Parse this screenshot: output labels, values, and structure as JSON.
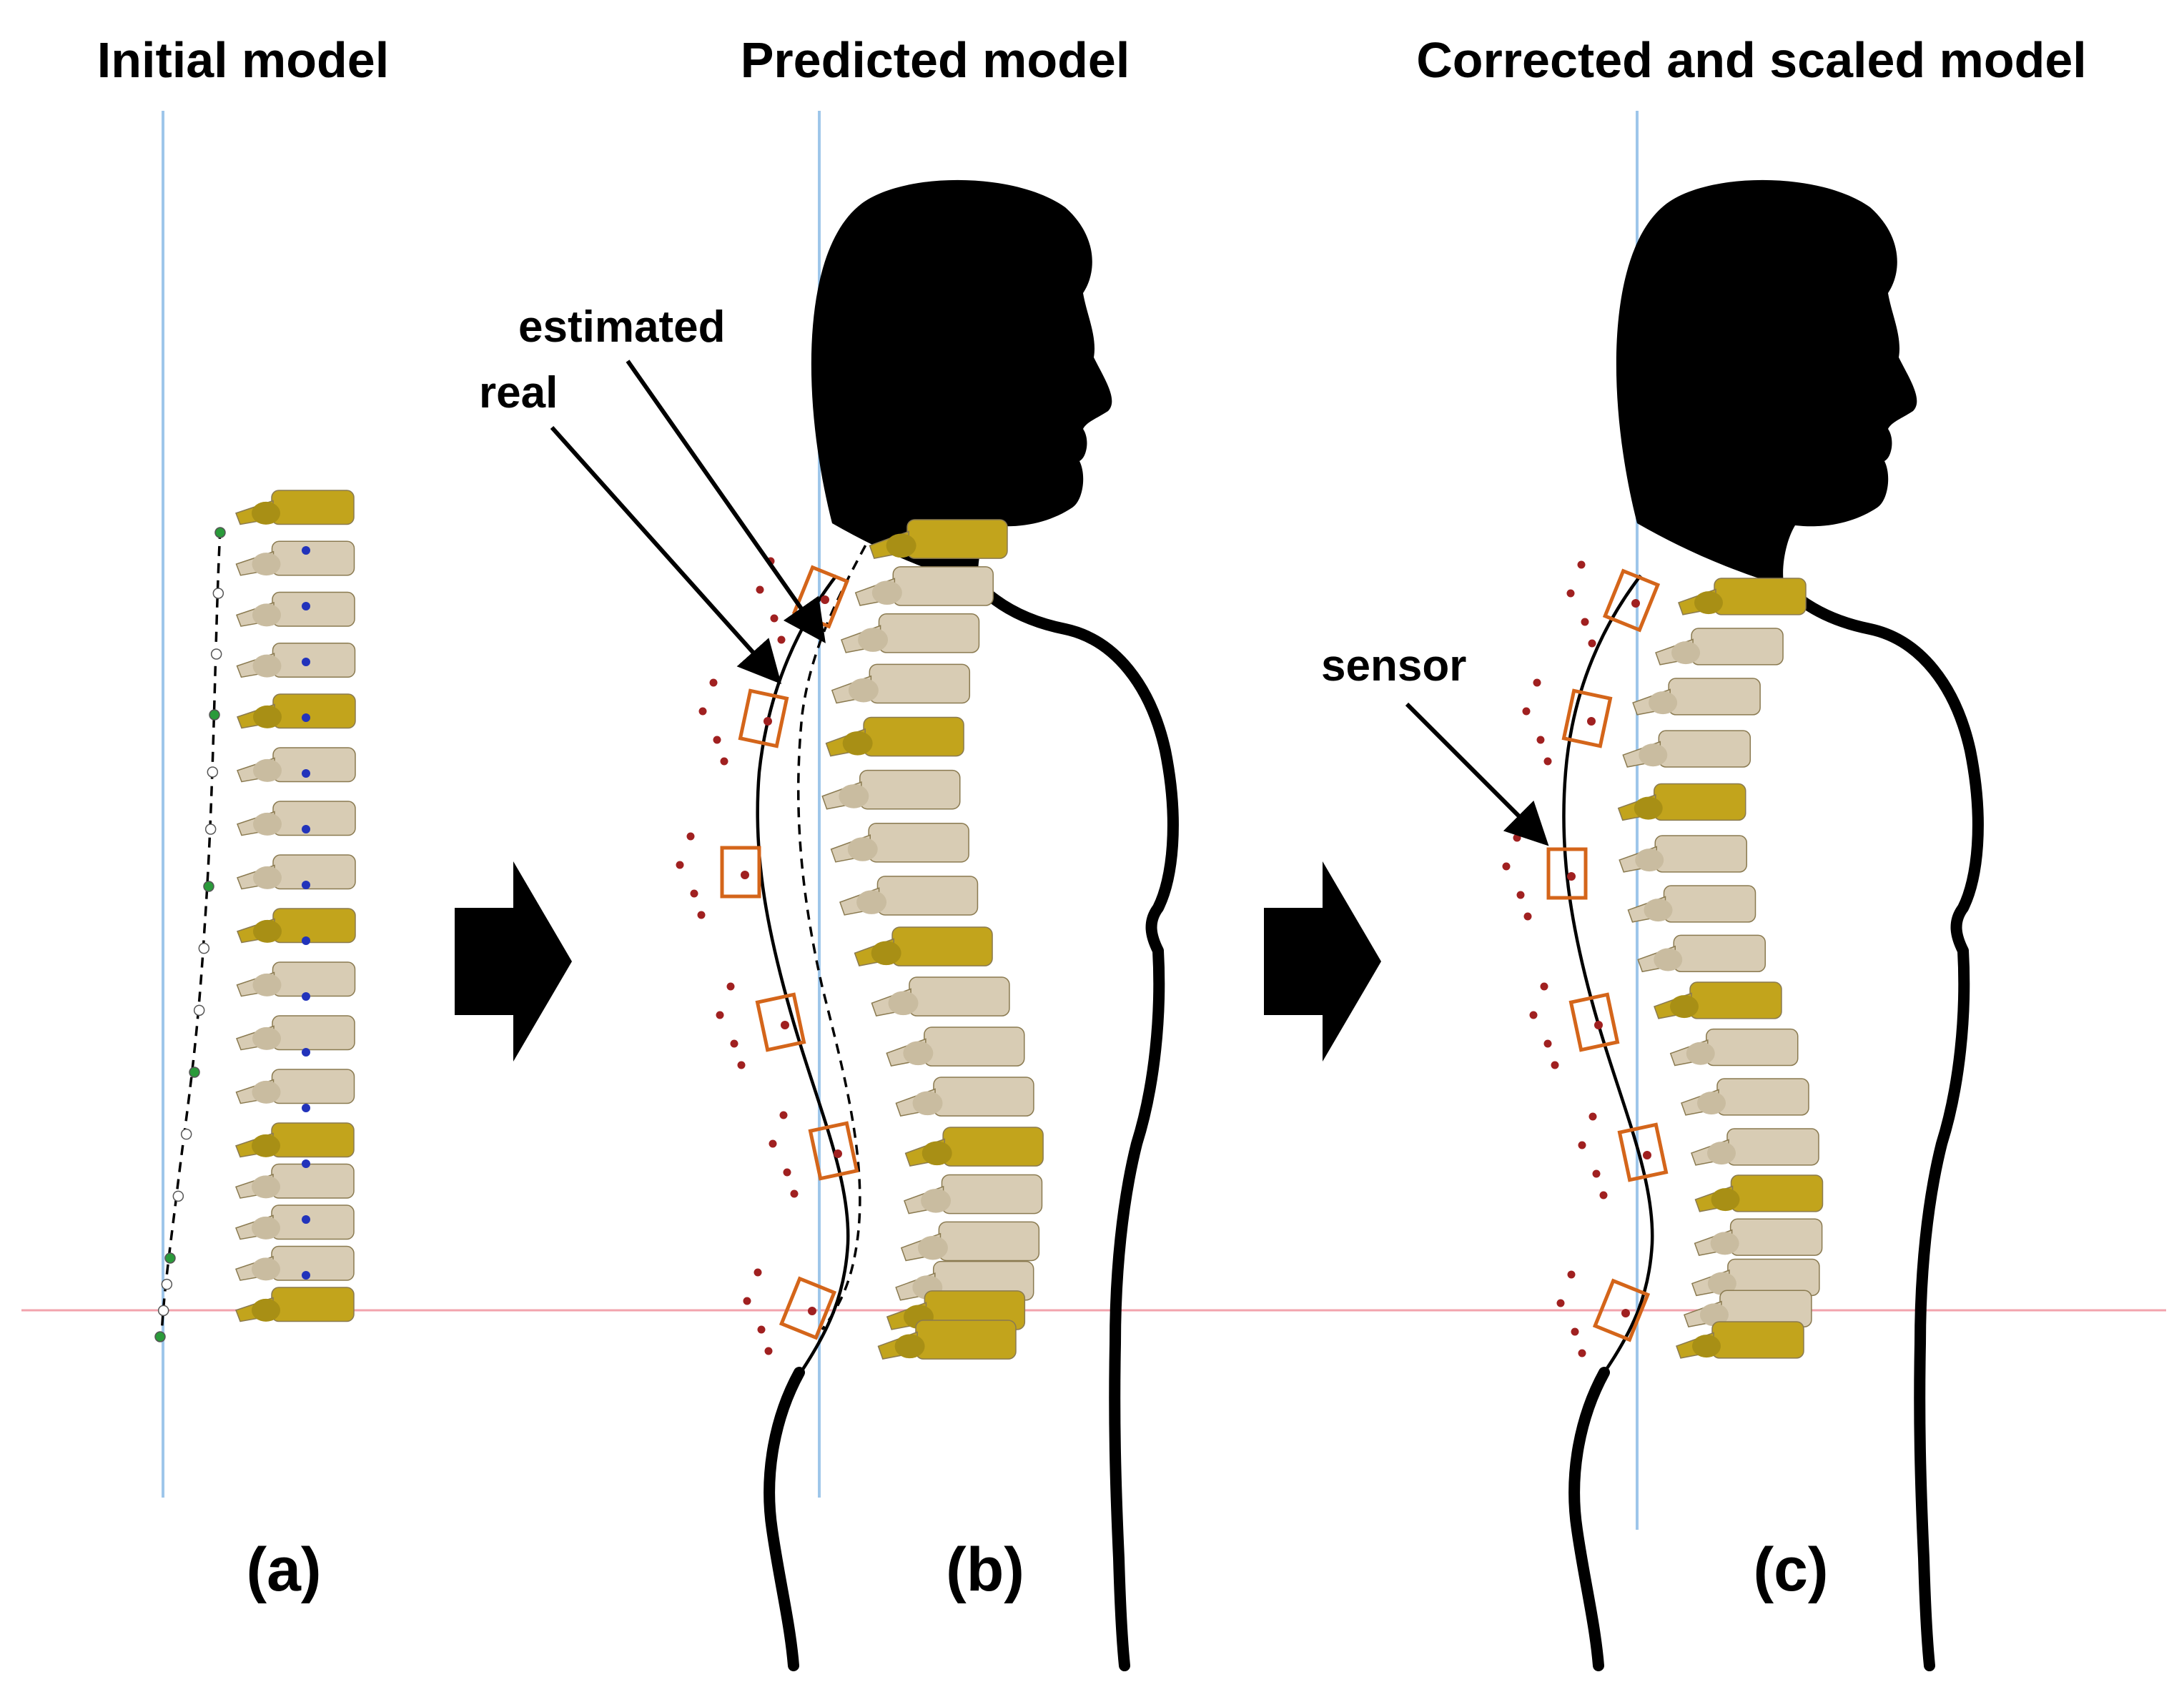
{
  "titles": {
    "a": "Initial model",
    "b": "Predicted model",
    "c": "Corrected and scaled model"
  },
  "panel_labels": {
    "a": "(a)",
    "b": "(b)",
    "c": "(c)"
  },
  "annotations": {
    "estimated": "estimated",
    "real": "real",
    "sensor": "sensor"
  },
  "colors": {
    "vertical_guide": "#9ec6ea",
    "horizontal_guide": "#f2a3ad",
    "vertebra_highlight": "#c2a41c",
    "vertebra_plain": "#d8ccb4",
    "sensor_box": "#d4651a",
    "marker_red": "#a02020",
    "marker_green": "#2a9a3a",
    "marker_blue": "#2233bb",
    "silhouette": "#000000"
  }
}
